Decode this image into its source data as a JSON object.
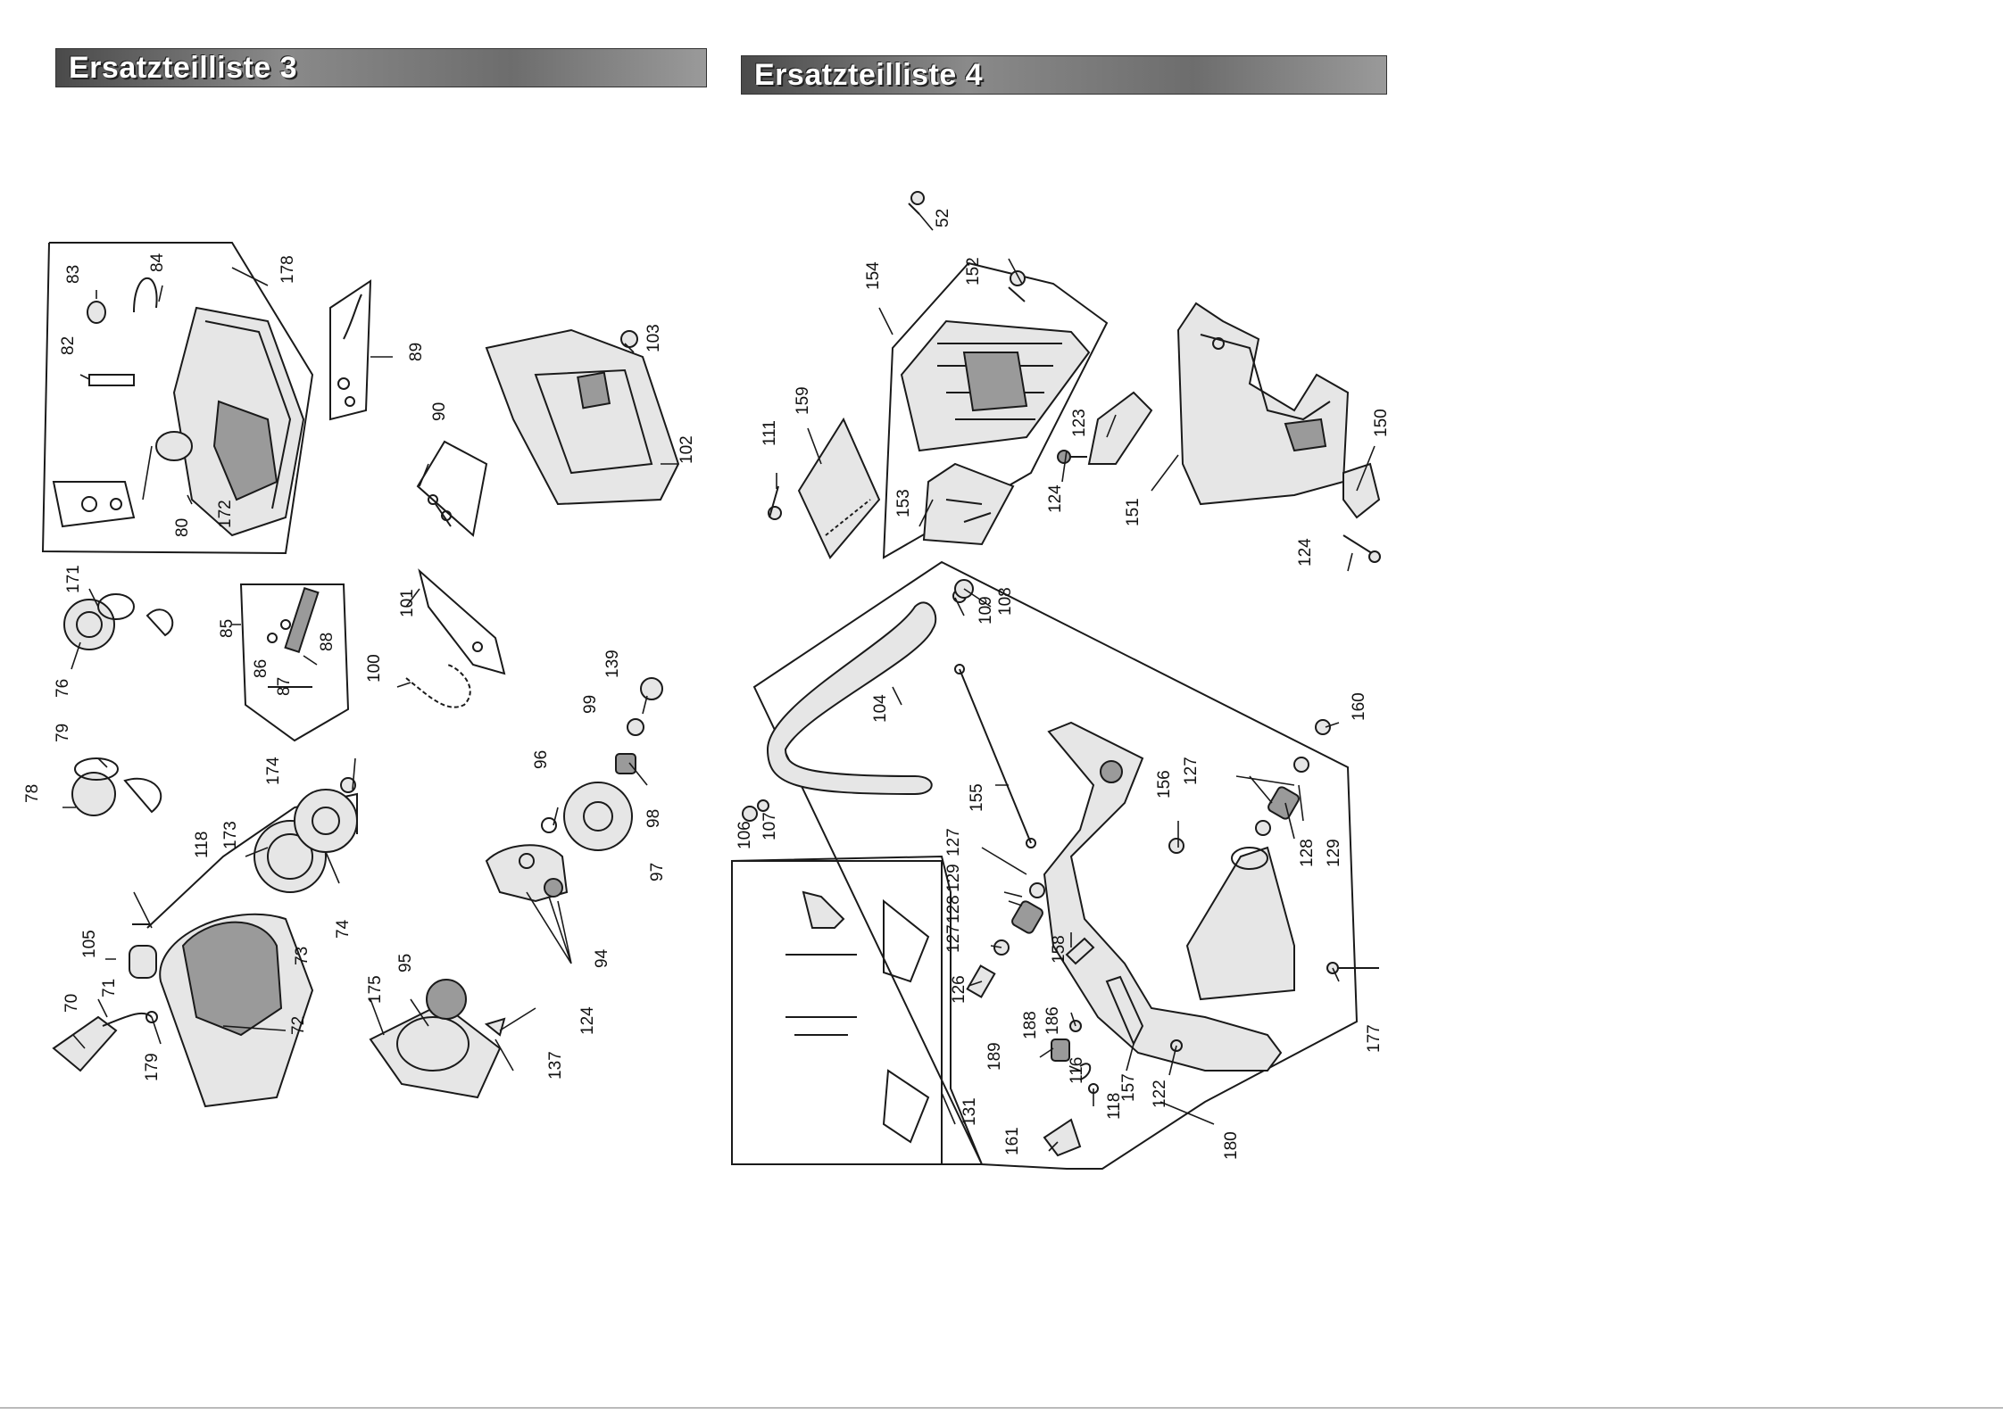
{
  "headers": {
    "left": "Ersatzteilliste 3",
    "right": "Ersatzteilliste 4"
  },
  "callouts": {
    "p83": "83",
    "p84": "84",
    "p178": "178",
    "p89": "89",
    "p82": "82",
    "p80": "80",
    "p172": "172",
    "p103": "103",
    "p102": "102",
    "p90": "90",
    "p171": "171",
    "p76": "76",
    "p85": "85",
    "p86": "86",
    "p87": "87",
    "p88": "88",
    "p101": "101",
    "p100": "100",
    "p139": "139",
    "p99": "99",
    "p96": "96",
    "p98": "98",
    "p79": "79",
    "p78": "78",
    "p174": "174",
    "p118": "118",
    "p173": "173",
    "p74": "74",
    "p73": "73",
    "p97": "97",
    "p105": "105",
    "p71": "71",
    "p70": "70",
    "p179": "179",
    "p72": "72",
    "p175": "175",
    "p95": "95",
    "p94": "94",
    "p124a": "124",
    "p137": "137",
    "p52": "52",
    "p154": "154",
    "p152": "152",
    "p159": "159",
    "p111": "111",
    "p153": "153",
    "p123": "123",
    "p124b": "124",
    "p151": "151",
    "p150": "150",
    "p124c": "124",
    "p109": "109",
    "p108": "108",
    "p104": "104",
    "p160": "160",
    "p155": "155",
    "p156": "156",
    "p127a": "127",
    "p106": "106",
    "p107": "107",
    "p127b": "127",
    "p129a": "129",
    "p128a": "128",
    "p127c": "127",
    "p158": "158",
    "p128b": "128",
    "p129b": "129",
    "p126": "126",
    "p188": "188",
    "p186": "186",
    "p189": "189",
    "p116": "116",
    "p118b": "118",
    "p157": "157",
    "p122": "122",
    "p177": "177",
    "p131": "131",
    "p161": "161",
    "p180": "180"
  },
  "icons": [
    "exploded-parts-drawing"
  ]
}
